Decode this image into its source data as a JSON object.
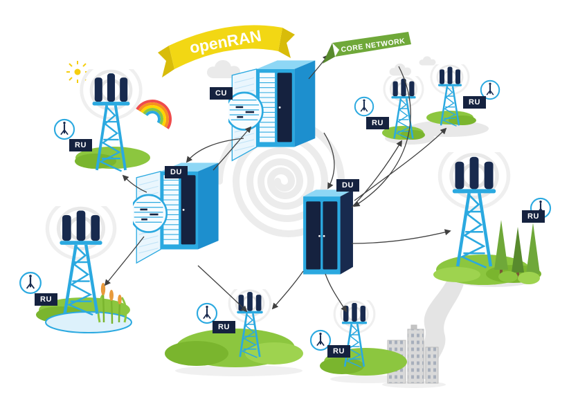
{
  "diagram": {
    "title": "openRAN",
    "core_network_label": "CORE NETWORK",
    "cu_label": "CU",
    "du_left_label": "DU",
    "du_right_label": "DU",
    "ru_label": "RU"
  },
  "colors": {
    "primary_blue": "#2BA9E0",
    "navy": "#15223F",
    "grass_green": "#8CC63F",
    "dark_green": "#6FA839",
    "banner_yellow": "#F2D714",
    "banner_fold_yellow": "#D8BC0A",
    "core_banner_green": "#6FA839",
    "signal_gray": "#E8E8E8",
    "arrow_gray": "#3F3F3F"
  },
  "icons": {
    "ru_antenna_icon": "antenna-in-circle",
    "sun_icon": "sun",
    "rainbow_icon": "rainbow",
    "cloud_icon": "cloud",
    "spiral_icon": "spiral-doodle",
    "tower_icon": "radio-mast-tower",
    "cabinet_icon": "server-cabinet"
  }
}
